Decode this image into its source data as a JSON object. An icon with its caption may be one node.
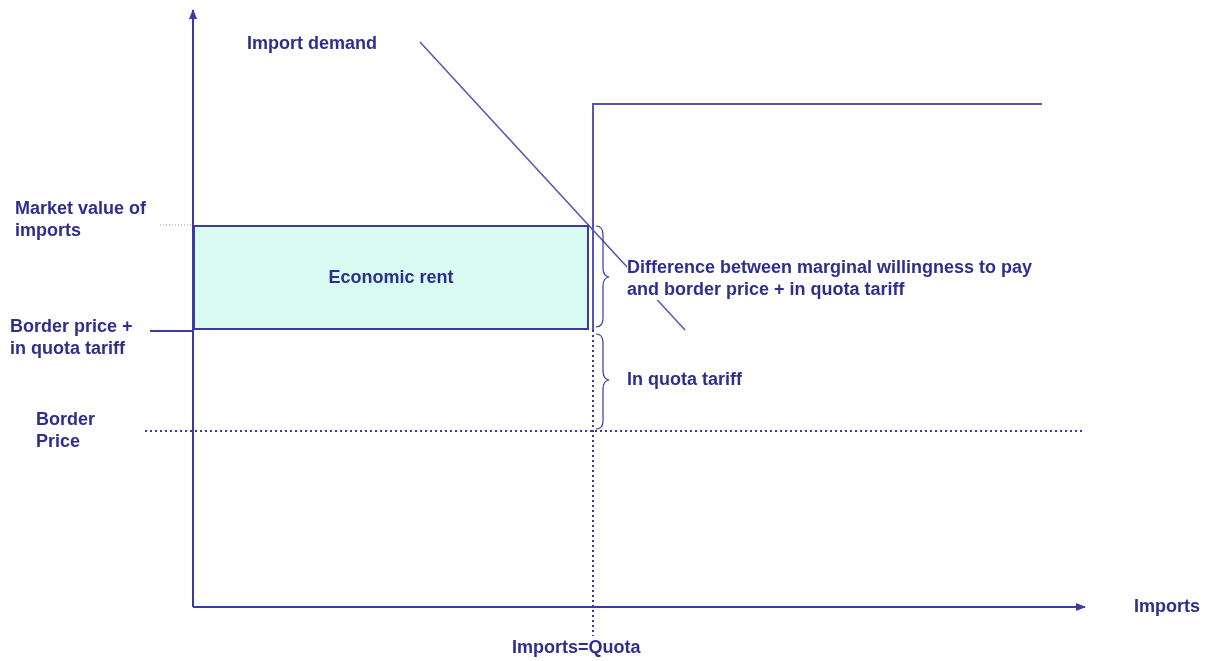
{
  "diagram": {
    "nodes": [
      {
        "text": [
          "Economic rent"
        ]
      }
    ],
    "labels": [
      "Import demand",
      "Market value of imports",
      "Difference between marginal willingness to pay and border price + in quota tariff",
      "Border price + in quota tariff",
      "In quota tariff",
      "Border Price",
      "Imports",
      "Imports=Quota"
    ]
  }
}
